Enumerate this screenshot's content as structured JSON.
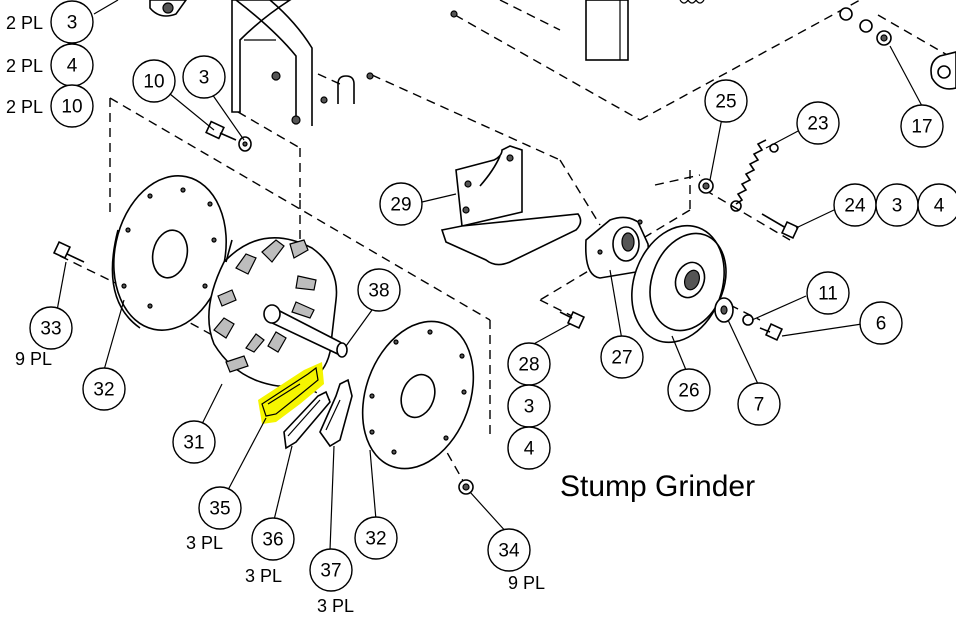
{
  "title": "Stump Grinder",
  "highlight_color": "#f5f500",
  "callouts": [
    {
      "id": "c3a",
      "label": "3"
    },
    {
      "id": "c4a",
      "label": "4"
    },
    {
      "id": "c10a",
      "label": "10"
    },
    {
      "id": "c10b",
      "label": "10"
    },
    {
      "id": "c3b",
      "label": "3"
    },
    {
      "id": "c17",
      "label": "17"
    },
    {
      "id": "c25",
      "label": "25"
    },
    {
      "id": "c23",
      "label": "23"
    },
    {
      "id": "c24",
      "label": "24"
    },
    {
      "id": "c3c",
      "label": "3"
    },
    {
      "id": "c4c",
      "label": "4"
    },
    {
      "id": "c29",
      "label": "29"
    },
    {
      "id": "c38",
      "label": "38"
    },
    {
      "id": "c11",
      "label": "11"
    },
    {
      "id": "c6",
      "label": "6"
    },
    {
      "id": "c33",
      "label": "33"
    },
    {
      "id": "c32a",
      "label": "32"
    },
    {
      "id": "c28",
      "label": "28"
    },
    {
      "id": "c3d",
      "label": "3"
    },
    {
      "id": "c4d",
      "label": "4"
    },
    {
      "id": "c27",
      "label": "27"
    },
    {
      "id": "c26",
      "label": "26"
    },
    {
      "id": "c7",
      "label": "7"
    },
    {
      "id": "c31",
      "label": "31"
    },
    {
      "id": "c35",
      "label": "35"
    },
    {
      "id": "c36",
      "label": "36"
    },
    {
      "id": "c32b",
      "label": "32"
    },
    {
      "id": "c37",
      "label": "37"
    },
    {
      "id": "c34",
      "label": "34"
    }
  ],
  "notes": [
    {
      "id": "n1",
      "text": "2 PL"
    },
    {
      "id": "n2",
      "text": "2 PL"
    },
    {
      "id": "n3",
      "text": "2 PL"
    },
    {
      "id": "n33",
      "text": "9 PL"
    },
    {
      "id": "n35",
      "text": "3 PL"
    },
    {
      "id": "n36",
      "text": "3 PL"
    },
    {
      "id": "n37",
      "text": "3 PL"
    },
    {
      "id": "n34",
      "text": "9 PL"
    }
  ]
}
